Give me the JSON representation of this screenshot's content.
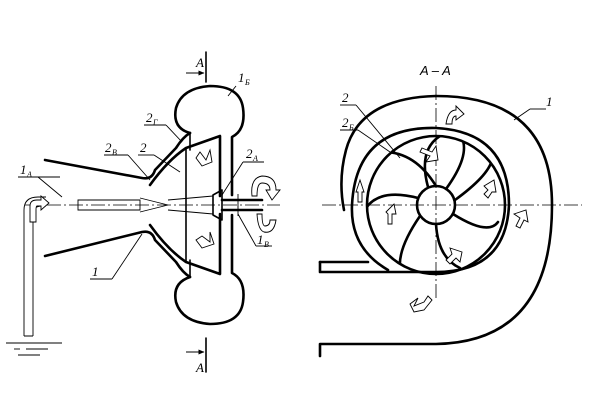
{
  "section_title": "A – A",
  "labels": {
    "section_mark_top": "A",
    "section_mark_bottom": "A",
    "casing_left": {
      "main": "1",
      "sub": "Б"
    },
    "inlet_side": {
      "main": "1",
      "sub": "А"
    },
    "inlet_outer": {
      "main": "1",
      "sub": "А"
    },
    "outlet_small": {
      "main": "1",
      "sub": "В"
    },
    "pipe_1": "1",
    "wheel_2B": {
      "main": "2",
      "sub": "В"
    },
    "wheel_2": "2",
    "wheel_2G": {
      "main": "2",
      "sub": "Г"
    },
    "wheel_2A": {
      "main": "2",
      "sub": "А"
    },
    "right_2": "2",
    "right_2B": {
      "main": "2",
      "sub": "Б"
    },
    "right_1": "1"
  }
}
